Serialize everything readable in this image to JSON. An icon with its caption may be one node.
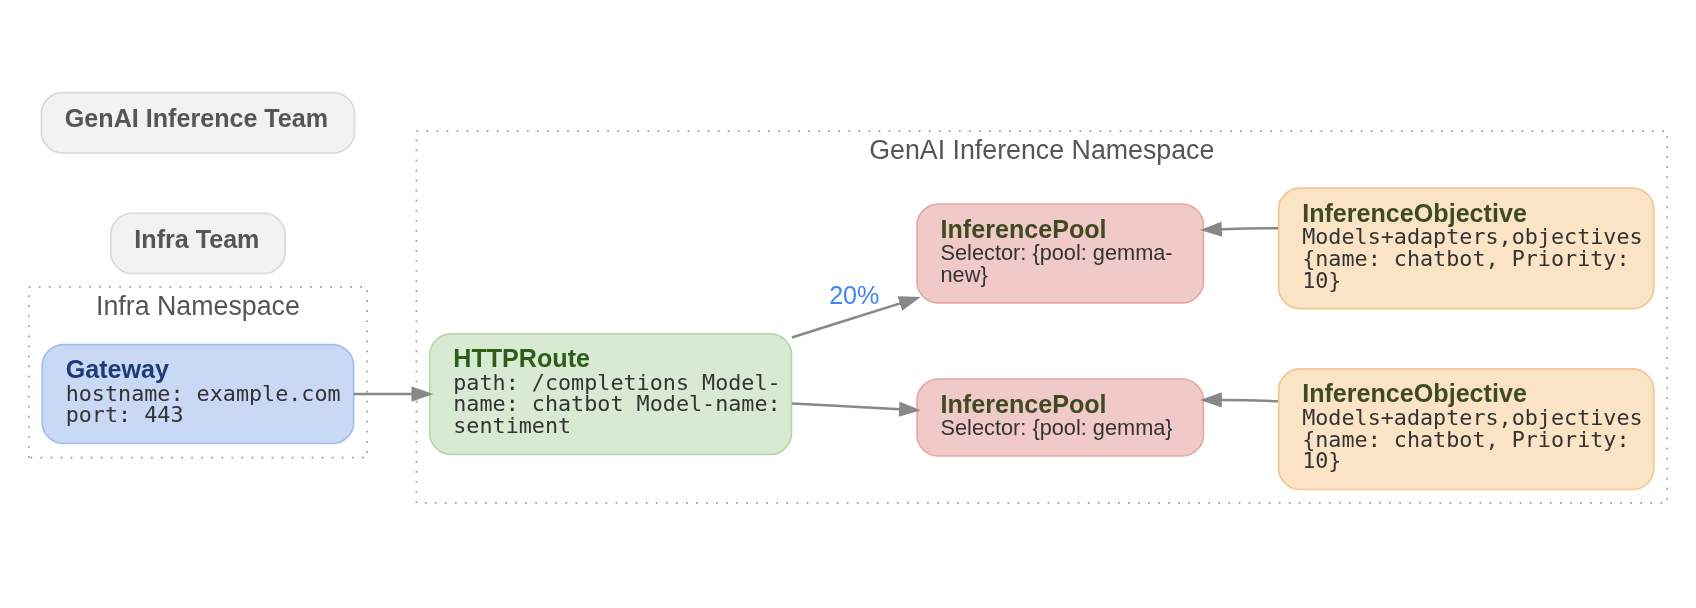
{
  "diagram": {
    "nodes": [
      {
        "text": [
          "Infra Namespace"
        ]
      },
      {
        "text": [
          "Gateway",
          "hostname: example.com port: 443"
        ],
        "in": 0
      },
      {
        "text": [
          "Infra Team"
        ]
      },
      {
        "text": [
          "GenAI Inference Namespace"
        ]
      },
      {
        "text": [
          "HTTPRoute",
          "path: /completions Model-name: chatbot Model-name: sentiment"
        ],
        "in": 3
      },
      {
        "text": [
          "InferencePool",
          "Selector: {pool: gemma}"
        ],
        "in": 3
      },
      {
        "text": [
          "InferenceObjective",
          "Models+adapters,objectives {name: chatbot, Priority: 10}"
        ],
        "in": 3
      },
      {
        "text": [
          "InferencePool",
          "Selector: {pool: gemma-new}"
        ],
        "in": 3
      },
      {
        "text": [
          "InferenceObjective",
          "Models+adapters,objectives {name: chatbot, Priority: 10}"
        ],
        "in": 3
      },
      {
        "text": [
          "GenAI Inference Team"
        ]
      }
    ],
    "edges": [
      {
        "from": 1,
        "to": 4,
        "arrow": "to"
      },
      {
        "from": 4,
        "to": 5,
        "arrow": "to"
      },
      {
        "from": 4,
        "to": 7,
        "arrow": "to",
        "label": "20%"
      },
      {
        "from": 6,
        "to": 5,
        "arrow": "to"
      },
      {
        "from": 8,
        "to": 7,
        "arrow": "to"
      }
    ]
  }
}
